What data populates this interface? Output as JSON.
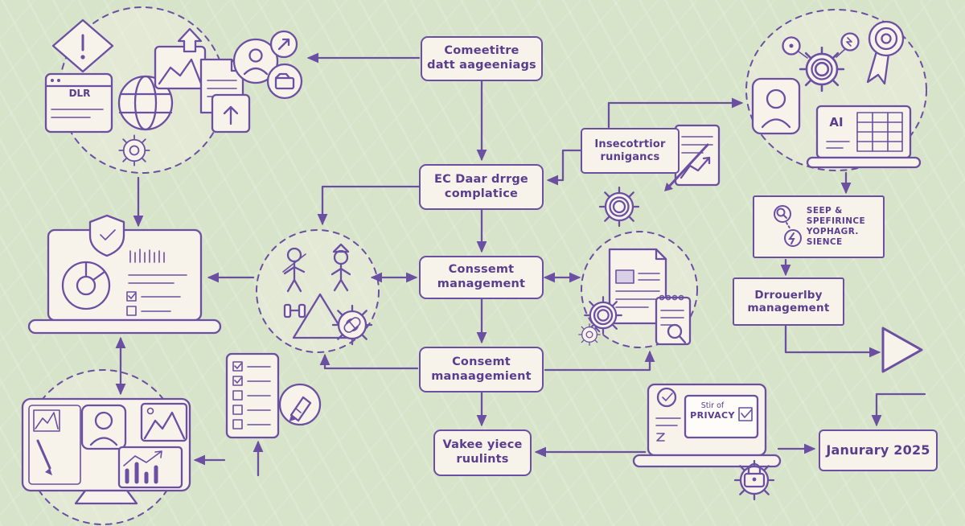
{
  "palette": {
    "background": "#d7e4c9",
    "ink": "#6b4fa2",
    "paper": "#f7f3ea",
    "text": "#5a3d8e"
  },
  "nodes": {
    "cognitive": {
      "line1": "Comeetitre",
      "line2": "datt aageeniags"
    },
    "ec_compliance": {
      "line1": "EC Daar drrge",
      "line2": "complatice"
    },
    "consent_mgmt_1": {
      "line1": "Conssemt",
      "line2": "management"
    },
    "consent_mgmt_2": {
      "line1": "Consemt",
      "line2": "manaagemient"
    },
    "value_rules": {
      "line1": "Vakee yiece",
      "line2": "ruulints"
    },
    "inspector": {
      "line1": "Insecotrtior",
      "line2": "runigancs"
    },
    "seep": {
      "line1": "SEEP &",
      "line2": "SPEFIRINCE",
      "line3": "YOPHAGR.",
      "line4": "SIENCE"
    },
    "delivery": {
      "line1": "Drrouerlby",
      "line2": "management"
    },
    "january": {
      "label": "Janurary 2025"
    }
  },
  "screen_labels": {
    "browser_tag": "DLR",
    "ai": "AI",
    "privacy_line1": "Stir of",
    "privacy_line2": "PRIVACY"
  },
  "icons": [
    "alert-diamond-icon",
    "browser-window-icon",
    "globe-icon",
    "gear-icon",
    "chart-window-icon",
    "upload-arrow-icon",
    "document-icon",
    "upload-document-icon",
    "profile-circle-icon",
    "share-arrow-circle-icon",
    "folder-circle-icon",
    "laptop-compliance-icon",
    "shield-icon",
    "donut-chart-icon",
    "team-figures-icon",
    "pill-gear-icon",
    "data-sheet-icon",
    "process-gears-icon",
    "notepad-magnifier-icon",
    "audit-document-icon",
    "compliance-gear-icon",
    "gear-network-icon",
    "profile-card-icon",
    "award-ribbon-icon",
    "ai-laptop-icon",
    "privacy-laptop-icon",
    "checkmark-icon",
    "lock-gear-icon",
    "workstation-icon",
    "photo-card-icon",
    "bar-chart-icon",
    "checklist-pad-icon",
    "pen-circle-icon",
    "flow-triangle-icon",
    "magnifier-icon",
    "lightning-icon"
  ]
}
